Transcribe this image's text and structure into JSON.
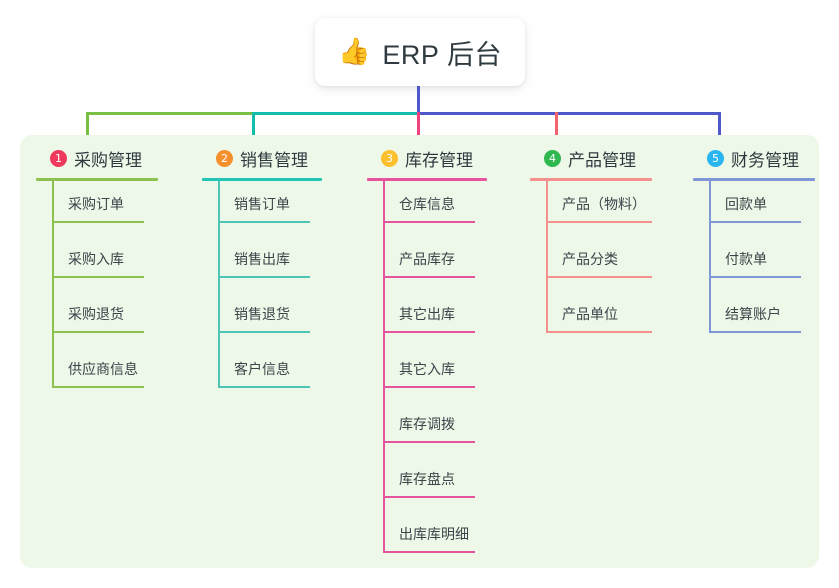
{
  "root": {
    "icon": "thumbs-up-icon",
    "emoji": "👍",
    "title": "ERP 后台"
  },
  "diagram": {
    "type": "mindmap",
    "background_color": "#eef8e9",
    "columns": [
      {
        "index": "1",
        "title": "采购管理",
        "badge_color": "#ef3a5d",
        "rule_color": "#8cc152",
        "connector_color": "#79bf44",
        "items": [
          "采购订单",
          "采购入库",
          "采购退货",
          "供应商信息"
        ]
      },
      {
        "index": "2",
        "title": "销售管理",
        "badge_color": "#f6902c",
        "rule_color": "#23c6b6",
        "connector_color": "#13bdac",
        "items": [
          "销售订单",
          "销售出库",
          "销售退货",
          "客户信息"
        ]
      },
      {
        "index": "3",
        "title": "库存管理",
        "badge_color": "#fcc02e",
        "rule_color": "#e8539e",
        "connector_color": "#f0417f",
        "items": [
          "仓库信息",
          "产品库存",
          "其它出库",
          "其它入库",
          "库存调拨",
          "库存盘点",
          "出库库明细"
        ]
      },
      {
        "index": "4",
        "title": "产品管理",
        "badge_color": "#2eb84f",
        "rule_color": "#f4908d",
        "connector_color": "#f4636b",
        "items": [
          "产品（物料）",
          "产品分类",
          "产品单位"
        ]
      },
      {
        "index": "5",
        "title": "财务管理",
        "badge_color": "#29b6f0",
        "rule_color": "#7f97d8",
        "connector_color": "#4f58c9",
        "items": [
          "回款单",
          "付款单",
          "结算账户"
        ]
      }
    ]
  }
}
